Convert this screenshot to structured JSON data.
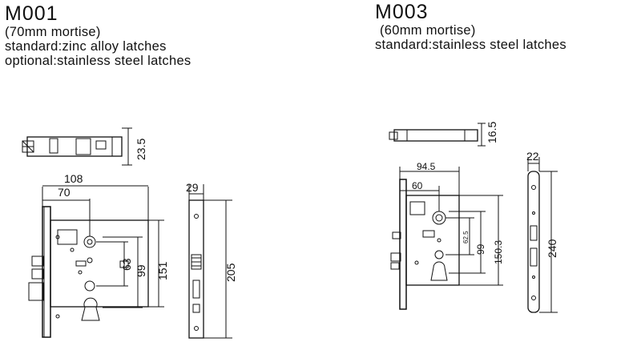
{
  "m001": {
    "model": "M001",
    "mortise": "(70mm  mortise)",
    "standard": "standard:zinc alloy latches",
    "optional": "optional:stainless steel latches",
    "dims": {
      "thickness": "23.5",
      "width": "108",
      "backset": "70",
      "w_face": "29",
      "h63": "63",
      "h99": "99",
      "h151": "151",
      "h205": "205"
    }
  },
  "m003": {
    "model": "M003",
    "mortise": "(60mm  mortise)",
    "standard": "standard:stainless steel latches",
    "dims": {
      "thickness": "16.5",
      "width": "94.5",
      "backset": "60",
      "w_face": "22",
      "h62": "62.5",
      "h99": "99",
      "h150": "150.3",
      "h240": "240"
    }
  }
}
